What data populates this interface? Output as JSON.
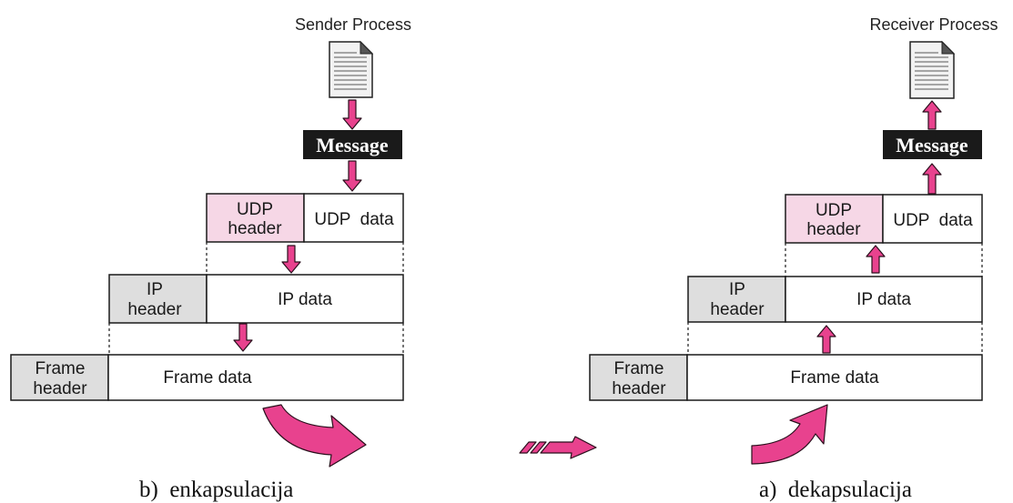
{
  "left": {
    "process": "Sender Process",
    "message": "Message",
    "udp_header": [
      "UDP",
      "header"
    ],
    "udp_data": "UDP  data",
    "ip_header": [
      "IP",
      "header"
    ],
    "ip_data": "IP data",
    "frame_header": [
      "Frame",
      "header"
    ],
    "frame_data": "Frame data",
    "caption": "b)  enkapsulacija"
  },
  "right": {
    "process": "Receiver Process",
    "message": "Message",
    "udp_header": [
      "UDP",
      "header"
    ],
    "udp_data": "UDP  data",
    "ip_header": [
      "IP",
      "header"
    ],
    "ip_data": "IP data",
    "frame_header": [
      "Frame",
      "header"
    ],
    "frame_data": "Frame data",
    "caption": "a)  dekapsulacija"
  },
  "colors": {
    "arrow": "#e8428e",
    "udp_header_fill": "#f6d7e6",
    "header_fill": "#dedede",
    "message_fill": "#1a1a1a"
  }
}
